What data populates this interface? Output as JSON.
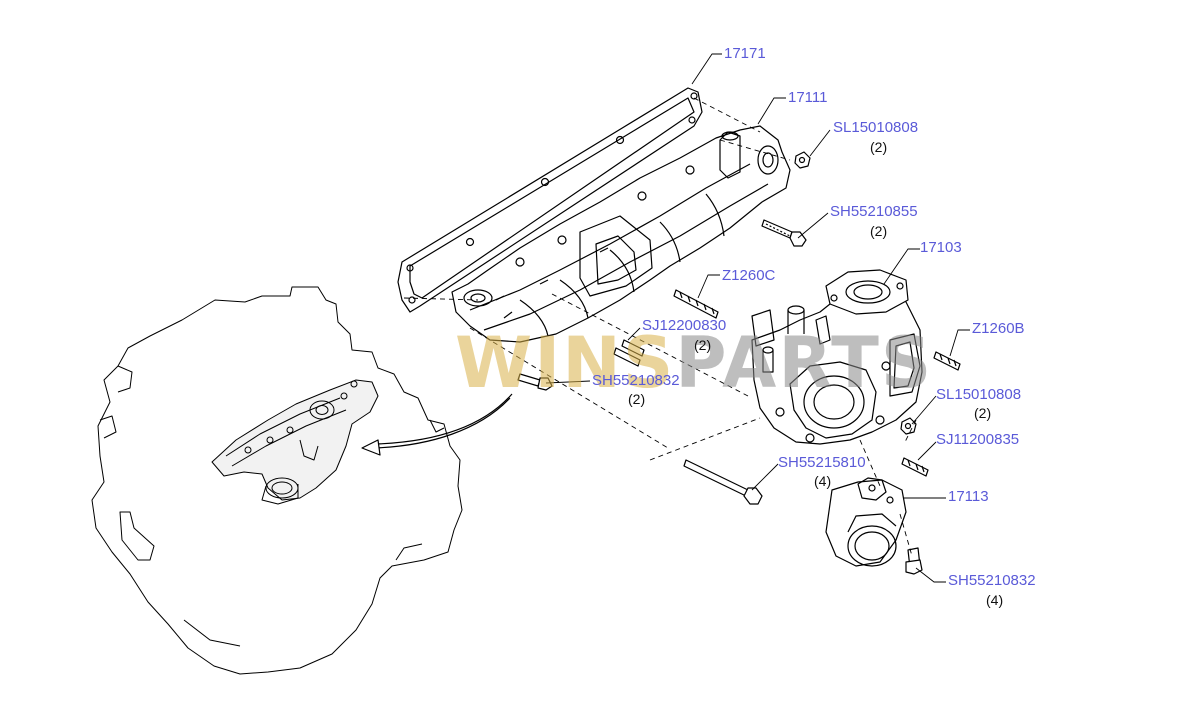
{
  "watermark": {
    "part1": "WINS",
    "part2": "PARTS"
  },
  "callouts": [
    {
      "part": "17171",
      "qty": ""
    },
    {
      "part": "17111",
      "qty": ""
    },
    {
      "part": "SL15010808",
      "qty": "(2)"
    },
    {
      "part": "SH55210855",
      "qty": "(2)"
    },
    {
      "part": "17103",
      "qty": ""
    },
    {
      "part": "Z1260C",
      "qty": ""
    },
    {
      "part": "SJ12200830",
      "qty": "(2)"
    },
    {
      "part": "Z1260B",
      "qty": ""
    },
    {
      "part": "SH55210832",
      "qty": "(2)"
    },
    {
      "part": "SL15010808",
      "qty": "(2)"
    },
    {
      "part": "SJ11200835",
      "qty": ""
    },
    {
      "part": "SH55215810",
      "qty": "(4)"
    },
    {
      "part": "17113",
      "qty": ""
    },
    {
      "part": "SH55210832",
      "qty": "(4)"
    }
  ],
  "colors": {
    "link": "#5a5ad8",
    "line": "#000000",
    "watermark_gold": "#d9b24a",
    "watermark_gray": "#8a8a8a"
  }
}
